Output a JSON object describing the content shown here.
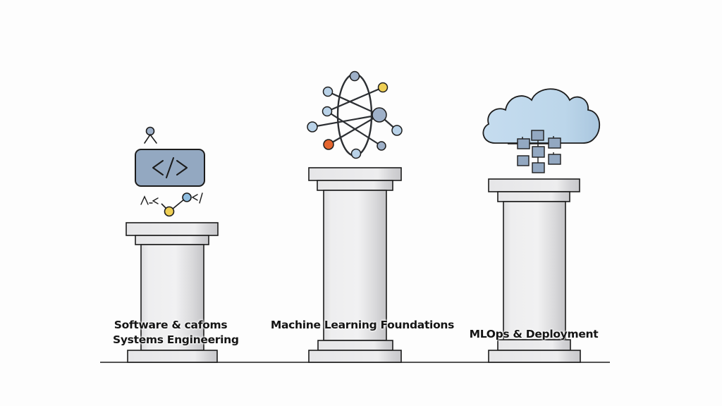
{
  "diagram": {
    "type": "three-pillars",
    "pillars": [
      {
        "id": "software",
        "label_lines": [
          "Software & cafoms",
          "Systems Engineering"
        ],
        "icon": "code-brackets-icon",
        "icon_text": "</>",
        "icon_side_glyphs": [
          "Λ-<",
          "</"
        ],
        "height_rank": "short"
      },
      {
        "id": "ml",
        "label_lines": [
          "Machine Learning Foundations"
        ],
        "icon": "neural-network-icon",
        "height_rank": "tall"
      },
      {
        "id": "mlops",
        "label_lines": [
          "MLOps & Deployment"
        ],
        "icon": "cloud-network-icon",
        "height_rank": "medium"
      }
    ],
    "colors": {
      "pillar_fill": "#e9e9ea",
      "pillar_shade": "#c9c9cc",
      "outline": "#1c1c1c",
      "code_box": "#93a8c1",
      "node_light_blue": "#b9d2e8",
      "node_slate": "#9eb0c8",
      "node_yellow": "#efcf54",
      "node_orange": "#e4652f",
      "cloud": "#bcd6ea",
      "ground_line": "#1c1c1c"
    }
  }
}
